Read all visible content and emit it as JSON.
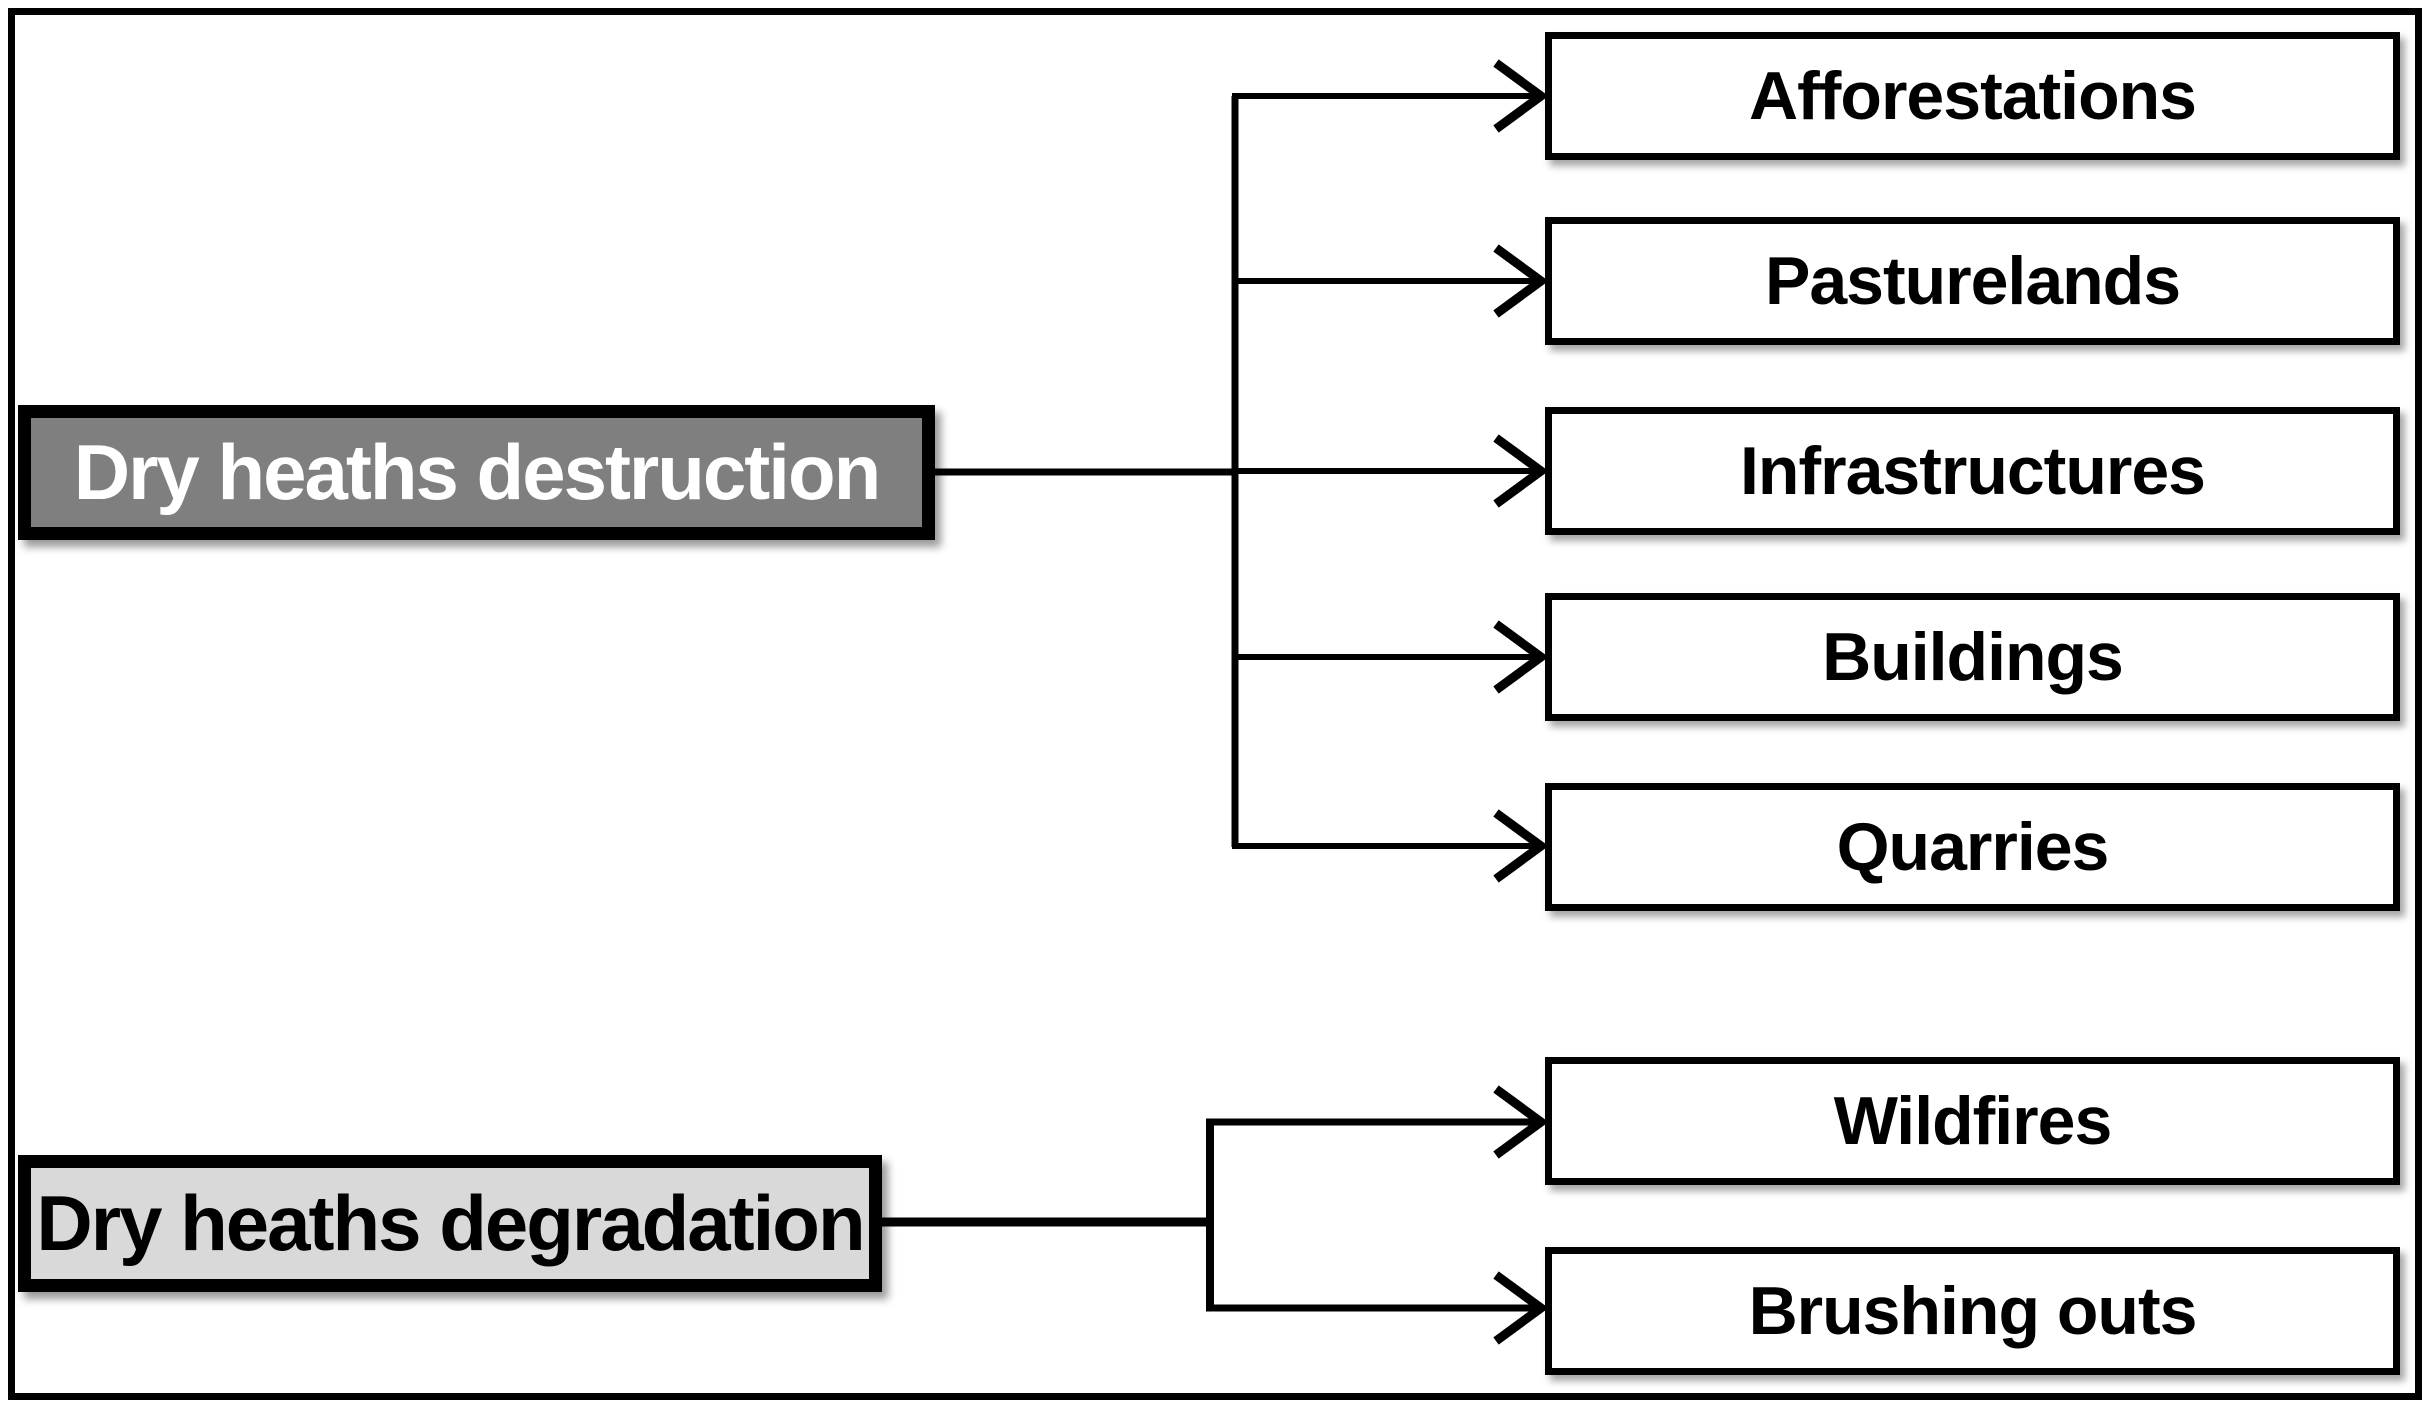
{
  "diagram": {
    "background_color": "#ffffff",
    "frame_color": "#000000",
    "line_color": "#000000",
    "groups": [
      {
        "label": "Dry heaths destruction",
        "fill": "#7f7f7f",
        "text_color": "#ffffff",
        "causes": [
          "Afforestations",
          "Pasturelands",
          "Infrastructures",
          "Buildings",
          "Quarries"
        ]
      },
      {
        "label": "Dry heaths degradation",
        "fill": "#d9d9d9",
        "text_color": "#000000",
        "causes": [
          "Wildfires",
          "Brushing outs"
        ]
      }
    ]
  }
}
